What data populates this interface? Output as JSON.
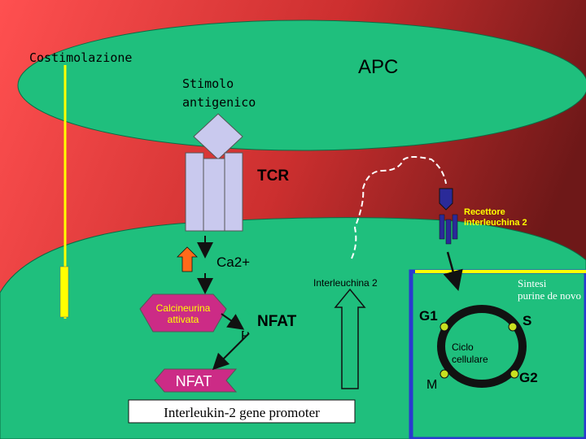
{
  "labels": {
    "costimolazione": "Costimolazione",
    "apc": "APC",
    "stimolo_line1": "Stimolo",
    "stimolo_line2": "antigenico",
    "tcr": "TCR",
    "recettore_line1": "Recettore",
    "recettore_line2": "interleuchina 2",
    "ca2": "Ca2+",
    "interleuchina2": "Interleuchina 2",
    "calcineurina_line1": "Calcineurina",
    "calcineurina_line2": "attivata",
    "nfat_upper": "NFAT",
    "p": "P",
    "nfat_lower": "NFAT",
    "promoter": "Interleukin-2 gene promoter",
    "sintesi_line1": "Sintesi",
    "sintesi_line2": "purine de novo",
    "g1": "G1",
    "s": "S",
    "m": "M",
    "g2": "G2",
    "ciclo_line1": "Ciclo",
    "ciclo_line2": "cellulare"
  },
  "colors": {
    "background_red": "#ff4b4b",
    "background_dark": "#7a1a1a",
    "cell_green": "#1fbf7d",
    "receptor_gray": "#c9c9ee",
    "calcineurina_pink": "#cc2b86",
    "arrow_orange": "#ff6a1a",
    "costim_yellow": "#ffff00",
    "ciclo_blue": "#2a3ad0",
    "ciclo_yellow": "#ffff00",
    "receptor_blue": "#2a2a99",
    "phase_dot": "#c8e020"
  }
}
